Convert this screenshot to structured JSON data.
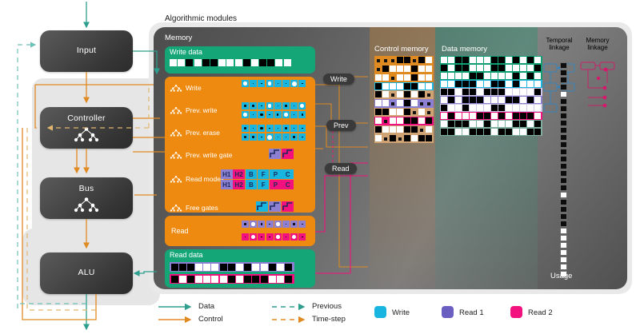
{
  "diagram": {
    "title": "Algorithmic modules",
    "left_modules": [
      {
        "id": "input",
        "label": "Input",
        "icon": "none"
      },
      {
        "id": "controller",
        "label": "Controller",
        "icon": "neural-net-icon"
      },
      {
        "id": "bus",
        "label": "Bus",
        "icon": "neural-net-icon"
      },
      {
        "id": "alu",
        "label": "ALU",
        "icon": "none"
      }
    ],
    "memory_panel": {
      "label": "Memory",
      "write_data": {
        "label": "Write data",
        "cells": [
          "w",
          "w",
          "b",
          "w",
          "b",
          "b",
          "w",
          "w",
          "w",
          "b",
          "w",
          "b",
          "b",
          "w",
          "w"
        ]
      },
      "read_data": {
        "label": "Read data",
        "rows": [
          {
            "accent": "#8d7fd1",
            "cells": [
              "b",
              "b",
              "b",
              "w",
              "w",
              "w",
              "b",
              "b",
              "w",
              "b",
              "w",
              "w",
              "b",
              "w",
              "b"
            ]
          },
          {
            "accent": "#f2117e",
            "cells": [
              "b",
              "w",
              "b",
              "w",
              "w",
              "w",
              "w",
              "b",
              "w",
              "b",
              "b",
              "b",
              "w",
              "w",
              "b"
            ]
          }
        ]
      },
      "control_rows": [
        {
          "id": "write",
          "label": "Write",
          "icon": "neural-net-icon",
          "kind": "dots",
          "series": [
            {
              "accent": "#18b5e0",
              "pattern": [
                3,
                1,
                0.6,
                3,
                1,
                0.6,
                4,
                1
              ]
            }
          ]
        },
        {
          "id": "prev-write",
          "label": "Prev. write",
          "icon": "neural-net-icon",
          "kind": "dots",
          "series": [
            {
              "accent": "#18b5e0",
              "pattern": [
                1.6,
                1.6,
                0.6,
                3,
                0.6,
                1.6,
                0.6,
                3.5
              ]
            },
            {
              "accent": "#18b5e0",
              "pattern": [
                3,
                0.6,
                2.4,
                0.6,
                1.6,
                3,
                0.6,
                1.6
              ]
            }
          ]
        },
        {
          "id": "prev-erase",
          "label": "Prev. erase",
          "icon": "neural-net-icon",
          "kind": "dots",
          "series": [
            {
              "accent": "#18b5e0",
              "pattern": [
                1.6,
                0.6,
                2.4,
                1.2,
                0.6,
                2,
                1,
                0.6
              ]
            },
            {
              "accent": "#18b5e0",
              "pattern": [
                2,
                2,
                0.6,
                4,
                0.6,
                1.2,
                1.6,
                0.6
              ]
            }
          ]
        },
        {
          "id": "prev-write-gate",
          "label": "Prev. write gate",
          "icon": "neural-net-icon",
          "kind": "gate",
          "gates": [
            {
              "color": "#8d7fd1"
            },
            {
              "color": "#f2117e"
            }
          ]
        },
        {
          "id": "read-modes",
          "label": "Read modes",
          "icon": "neural-net-icon",
          "kind": "modes",
          "letters": [
            "H1",
            "H2",
            "B",
            "F",
            "P",
            "C"
          ],
          "rows": [
            {
              "colors": [
                "#8d7fd1",
                "#f2117e",
                "#18b5e0",
                "#18b5e0",
                "#18b5e0",
                "#18b5e0"
              ]
            },
            {
              "colors": [
                "#8d7fd1",
                "#f2117e",
                "#18b5e0",
                "#18b5e0",
                "#f2117e",
                "#f2117e"
              ]
            }
          ]
        },
        {
          "id": "free-gates",
          "label": "Free gates",
          "icon": "neural-net-icon",
          "kind": "gate",
          "gates": [
            {
              "color": "#18b5e0"
            },
            {
              "color": "#8d7fd1"
            },
            {
              "color": "#f2117e"
            }
          ]
        }
      ],
      "read_row": {
        "label": "Read",
        "rows": [
          {
            "accent": "#8d7fd1",
            "pattern": [
              1.6,
              3,
              1.6,
              0.8,
              3,
              0.8,
              1.6,
              0.8
            ]
          },
          {
            "accent": "#f2117e",
            "pattern": [
              1,
              3.4,
              1,
              1,
              3,
              0.8,
              3.4,
              1
            ]
          }
        ]
      }
    },
    "memories": {
      "control_memory_label": "Control memory",
      "data_memory_label": "Data memory",
      "row_accents": [
        "#e08a22",
        "#18b5e0",
        "#d0a070",
        "#8d7fd1",
        "#d0a070",
        "#f2117e",
        "#c8a27a"
      ]
    },
    "linkage": {
      "temporal_label_line1": "Temporal",
      "temporal_label_line2": "linkage",
      "temporal_color": "#18b5e0",
      "memory_label_line1": "Memory",
      "memory_label_line2": "linkage",
      "memory_color": "#f2117e"
    },
    "usage": {
      "label": "Usage"
    },
    "pills": [
      {
        "id": "write-pill",
        "label": "Write"
      },
      {
        "id": "prev-pill",
        "label": "Prev"
      },
      {
        "id": "read-pill",
        "label": "Read"
      }
    ],
    "legend": {
      "lines": [
        {
          "id": "data",
          "label": "Data",
          "color": "#2e9e8f",
          "style": "solid"
        },
        {
          "id": "control",
          "label": "Control",
          "color": "#e08a22",
          "style": "solid"
        },
        {
          "id": "previous",
          "label": "Previous",
          "color": "#2e9e8f",
          "style": "dashed"
        },
        {
          "id": "time-step",
          "label": "Time-step",
          "color": "#e08a22",
          "style": "dashed"
        }
      ],
      "swatches": [
        {
          "id": "write",
          "label": "Write",
          "color": "#18b5e0"
        },
        {
          "id": "read1",
          "label": "Read 1",
          "color": "#6a5fc0"
        },
        {
          "id": "read2",
          "label": "Read 2",
          "color": "#f2117e"
        }
      ]
    }
  }
}
